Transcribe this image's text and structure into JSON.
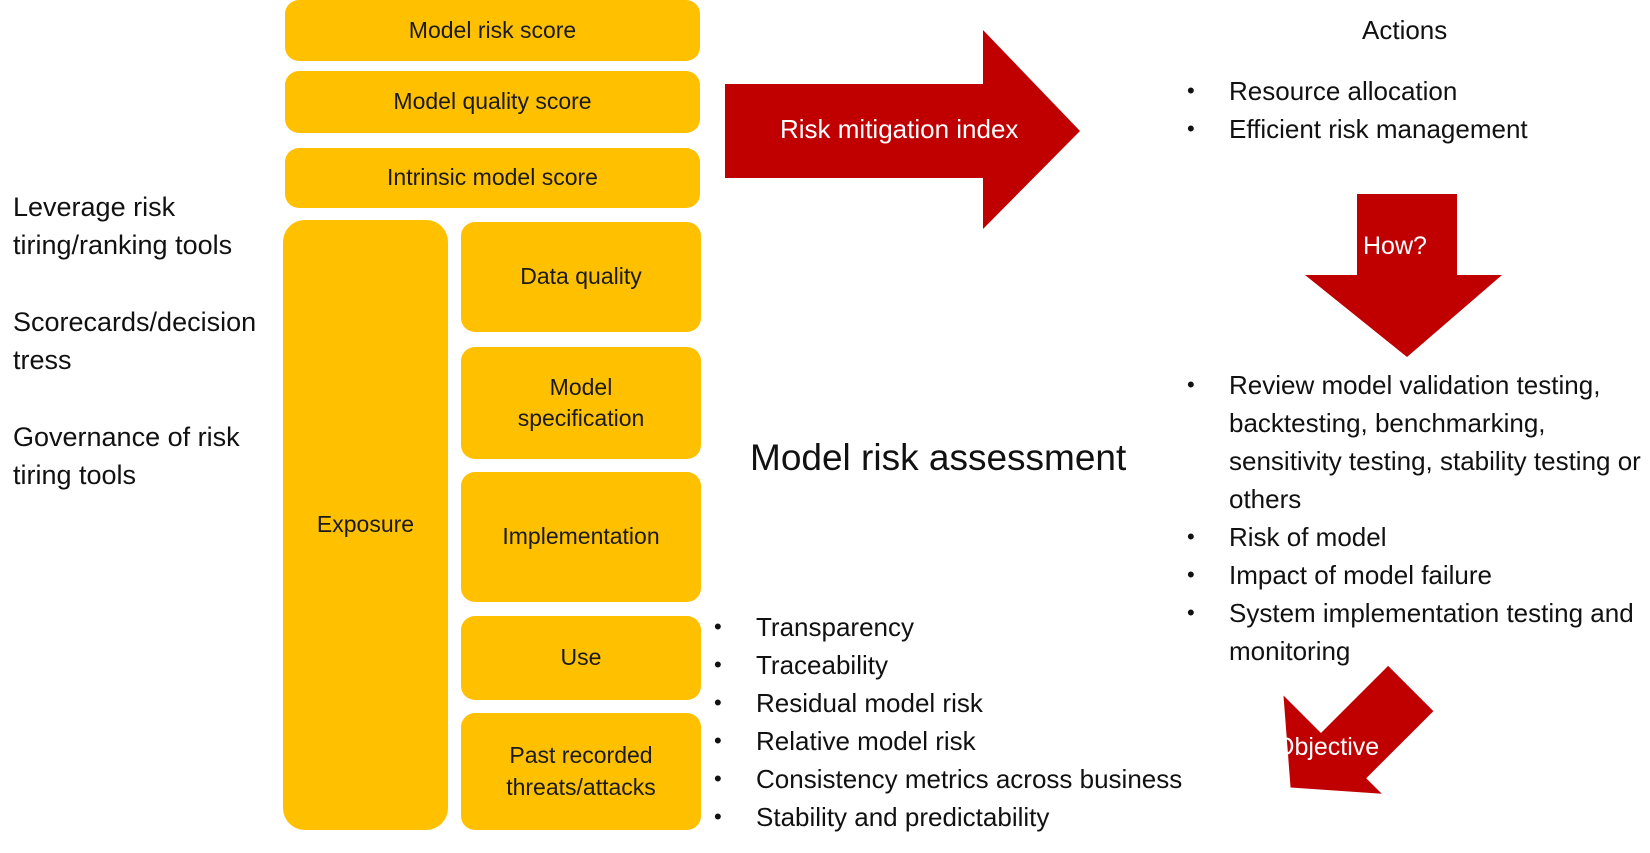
{
  "boxes": {
    "model_risk_score": "Model risk score",
    "model_quality_score": "Model quality score",
    "intrinsic_model_score": "Intrinsic model score",
    "exposure": "Exposure",
    "data_quality": "Data quality",
    "model_specification": "Model specification",
    "implementation": "Implementation",
    "use": "Use",
    "past_recorded": "Past recorded threats/attacks"
  },
  "left_texts": {
    "leverage": "Leverage risk tiring/ranking tools",
    "scorecards": "Scorecards/decision tress",
    "governance": "Governance of risk tiring tools"
  },
  "arrows": {
    "risk_mitigation_index": "Risk mitigation index",
    "how": "How?",
    "objective": "Objective"
  },
  "actions": {
    "title": "Actions",
    "items": [
      "Resource allocation",
      "Efficient risk management"
    ]
  },
  "how_items": [
    "Review model validation testing, backtesting, benchmarking, sensitivity testing, stability testing or others",
    "Risk of model",
    "Impact of model failure",
    "System implementation testing and monitoring"
  ],
  "center_title": "Model risk assessment",
  "assessment_items": [
    "Transparency",
    "Traceability",
    "Residual model risk",
    "Relative model risk",
    "Consistency metrics across business",
    "Stability and predictability"
  ],
  "colors": {
    "box_fill": "#FFC000",
    "arrow_fill": "#C00000"
  }
}
